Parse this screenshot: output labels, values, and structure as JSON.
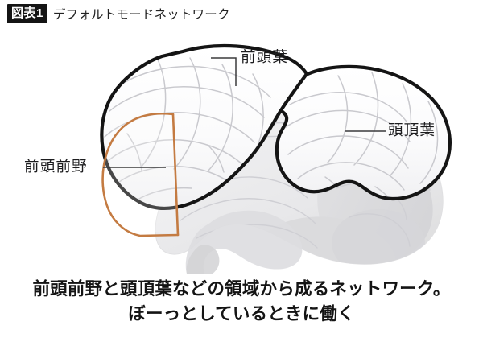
{
  "header": {
    "badge": "図表1",
    "title": "デフォルトモードネットワーク"
  },
  "figure": {
    "alt_name": "default-mode-network-brain-diagram",
    "labels": {
      "frontal_lobe": "前頭葉",
      "parietal_lobe": "頭頂葉",
      "prefrontal_cortex": "前頭前野"
    },
    "colors": {
      "badge_background": "#141414",
      "badge_text": "#ffffff",
      "outline_highlight": "#141414",
      "prefrontal_outline": "#c47b42",
      "highlight_fill": "#fdfdfd",
      "brain_base_fill": "#ececed",
      "brain_shadow_fill": "#dcdcde",
      "sulci_line": "#c9c9ce",
      "leader_line": "#3a3a3c",
      "caption_text": "#141414"
    }
  },
  "caption": {
    "line1": "前頭前野と頭頂葉などの領域から成るネットワーク。",
    "line2": "ぼーっとしているときに働く"
  }
}
